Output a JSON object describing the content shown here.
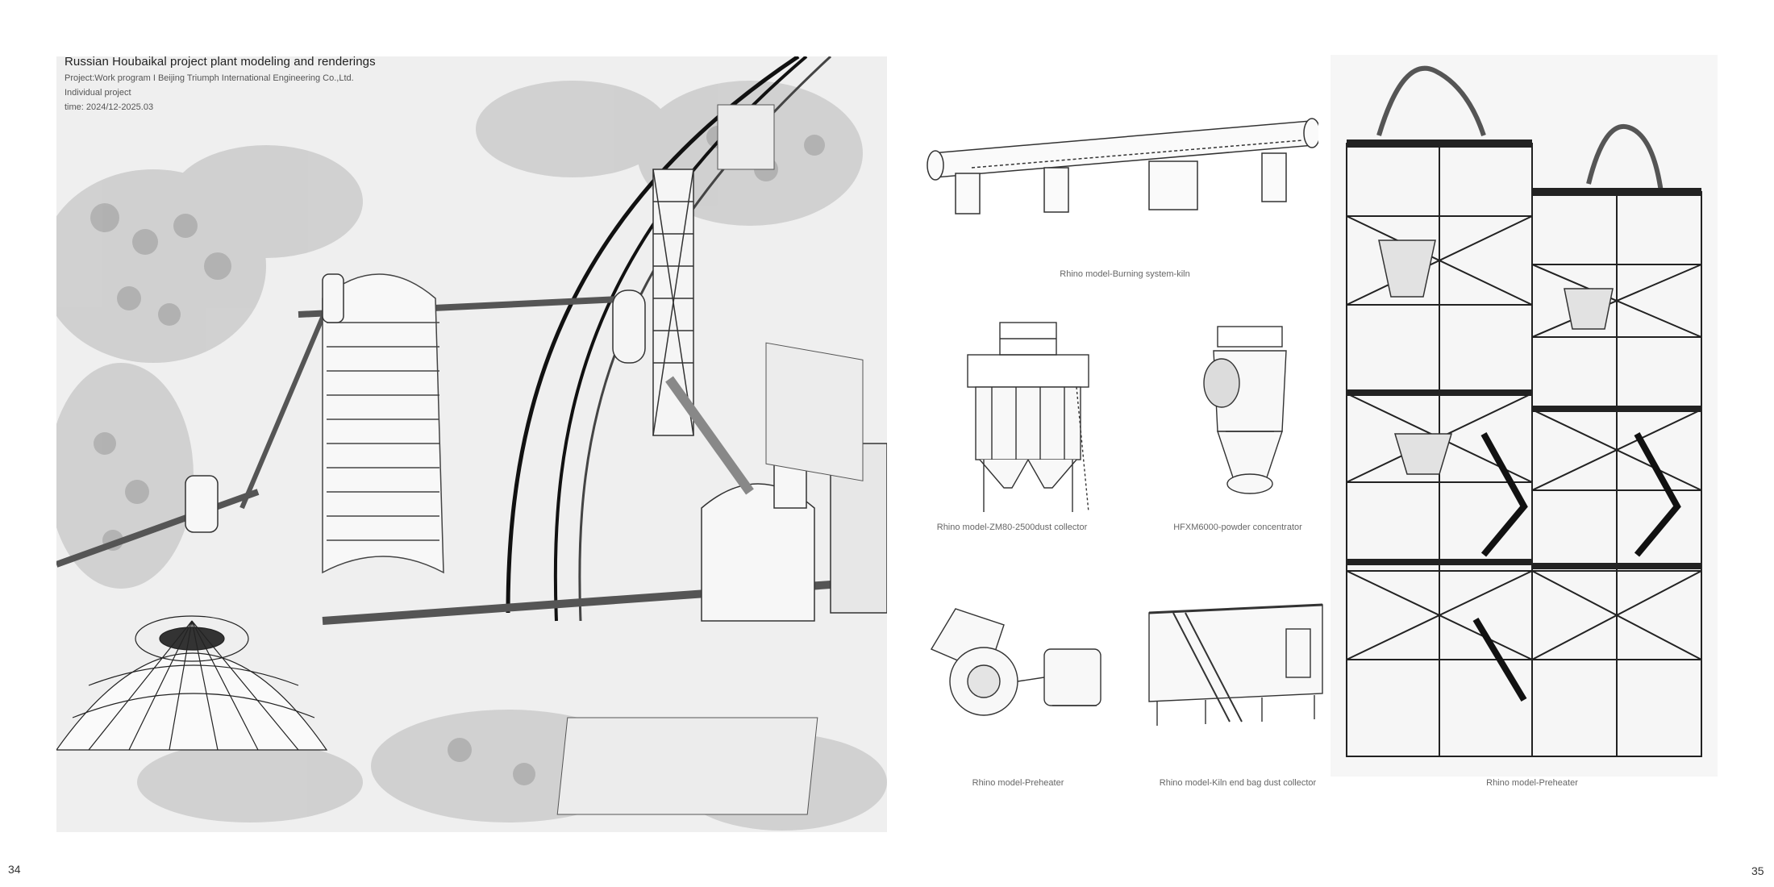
{
  "header": {
    "title": "Russian Houbaikal project plant modeling and renderings",
    "project": "Project:Work program I Beijing Triumph International Engineering Co.,Ltd.",
    "type": "Individual project",
    "time": "time:  2024/12-2025.03"
  },
  "captions": {
    "kiln": "Rhino model-Burning system-kiln",
    "dust_collector": "Rhino model-ZM80-2500dust collector",
    "concentrator": "HFXM6000-powder concentrator",
    "preheater_small": "Rhino model-Preheater",
    "bag_collector": "Rhino model-Kiln end bag dust collector",
    "preheater_tower": "Rhino model-Preheater"
  },
  "pages": {
    "left": "34",
    "right": "35"
  }
}
